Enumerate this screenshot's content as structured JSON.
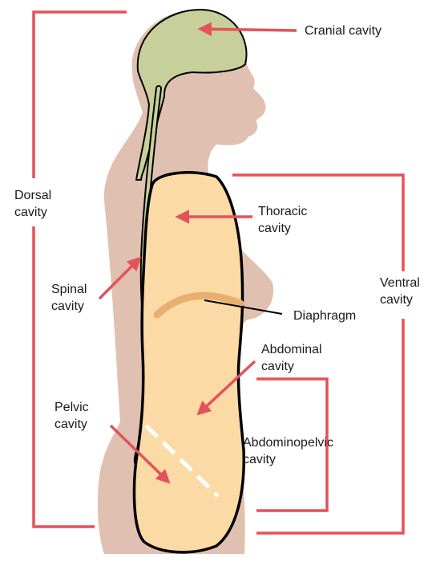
{
  "labels": {
    "cranial": "Cranial cavity",
    "dorsal_1": "Dorsal",
    "dorsal_2": "cavity",
    "thoracic_1": "Thoracic",
    "thoracic_2": "cavity",
    "ventral_1": "Ventral",
    "ventral_2": "cavity",
    "spinal_1": "Spinal",
    "spinal_2": "cavity",
    "diaphragm": "Diaphragm",
    "abdominal_1": "Abdominal",
    "abdominal_2": "cavity",
    "pelvic_1": "Pelvic",
    "pelvic_2": "cavity",
    "abdominopelvic_1": "Abdominopelvic",
    "abdominopelvic_2": "cavity"
  },
  "colors": {
    "body": "#e0c0b0",
    "cranial": "#c7d09a",
    "ventral": "#fbdaa5",
    "diaphragm": "#e8b070",
    "arrow": "#e3525a",
    "outline": "#000000"
  }
}
